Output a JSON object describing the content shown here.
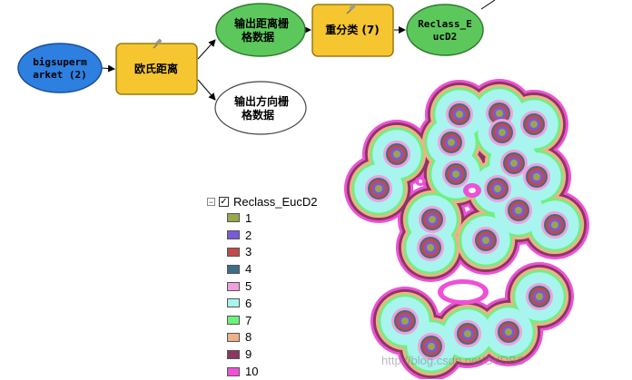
{
  "model": {
    "input": "bigsupermarket (2)",
    "input_line1": "bigsuperm",
    "input_line2": "arket (2)",
    "tool1": "欧氏距离",
    "output_distance_line1": "输出距离栅",
    "output_distance_line2": "格数据",
    "tool2": "重分类 (7)",
    "output_reclass_line1": "Reclass_E",
    "output_reclass_line2": "ucD2",
    "output_direction_line1": "输出方向栅",
    "output_direction_line2": "格数据"
  },
  "colors": {
    "input_fill": "#2d7fe0",
    "tool_fill": "#f5c630",
    "output_fill": "#5cc85c",
    "empty_output_fill": "#ffffff"
  },
  "legend": {
    "title": "Reclass_EucD2",
    "classes": [
      {
        "label": "1",
        "color": "#9aa64c"
      },
      {
        "label": "2",
        "color": "#7a5ad8"
      },
      {
        "label": "3",
        "color": "#c24a4a"
      },
      {
        "label": "4",
        "color": "#3e6e86"
      },
      {
        "label": "5",
        "color": "#f0a0dc"
      },
      {
        "label": "6",
        "color": "#a8f4ee"
      },
      {
        "label": "7",
        "color": "#6cf27c"
      },
      {
        "label": "8",
        "color": "#f0b08a"
      },
      {
        "label": "9",
        "color": "#8a3860"
      },
      {
        "label": "10",
        "color": "#ee50d8"
      }
    ]
  },
  "watermark": "http://blog.csdn.net/SYDBC"
}
